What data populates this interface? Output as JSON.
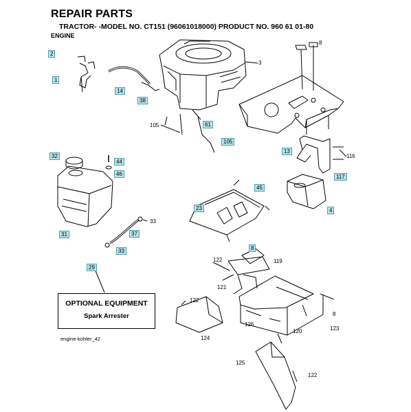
{
  "header": {
    "title": "REPAIR PARTS",
    "subtitle": "TRACTOR- -MODEL NO. CT151 (96061018000) PRODUCT NO. 960 61 01-80",
    "section": "ENGINE"
  },
  "tags": {
    "t2": "2",
    "t1": "1",
    "t14": "14",
    "t38": "38",
    "t61": "61",
    "t105": "105",
    "t32": "32",
    "t44": "44",
    "t46": "46",
    "t31": "31",
    "t37": "37",
    "t33": "33",
    "t23": "23",
    "t45": "45",
    "t13": "13",
    "t117": "117",
    "t4": "4",
    "t8": "8",
    "t29": "29"
  },
  "labels": {
    "l3": "3",
    "l8top": "8",
    "l105": "105",
    "l116": "116",
    "l33": "33",
    "l122a": "122",
    "l119": "119",
    "l121": "121",
    "l122b": "122",
    "l124": "124",
    "l126": "126",
    "l120": "120",
    "l123": "123",
    "l8b": "8",
    "l125": "125",
    "l122c": "122"
  },
  "optional_box": {
    "title": "OPTIONAL EQUIPMENT",
    "item": "Spark Arrester"
  },
  "footer_code": "engine-kohler_42"
}
